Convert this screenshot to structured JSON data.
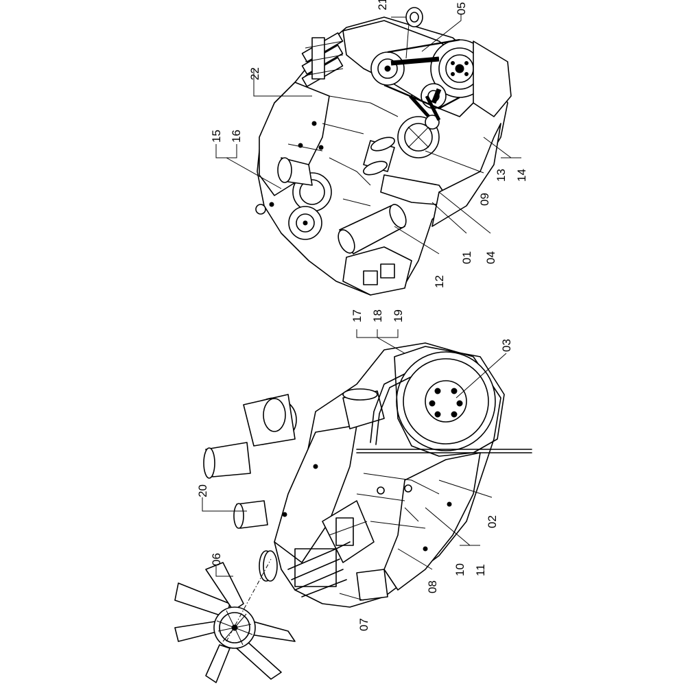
{
  "callouts": {
    "c01": "01",
    "c02": "02",
    "c03": "03",
    "c04": "04",
    "c05": "05",
    "c06": "06",
    "c07": "07",
    "c08": "08",
    "c09": "09",
    "c10": "10",
    "c11": "11",
    "c12": "12",
    "c13": "13",
    "c14": "14",
    "c15": "15",
    "c16": "16",
    "c17": "17",
    "c18": "18",
    "c19": "19",
    "c20": "20",
    "c21": "21",
    "c22": "22"
  },
  "colors": {
    "line": "#000000",
    "background": "#ffffff"
  }
}
